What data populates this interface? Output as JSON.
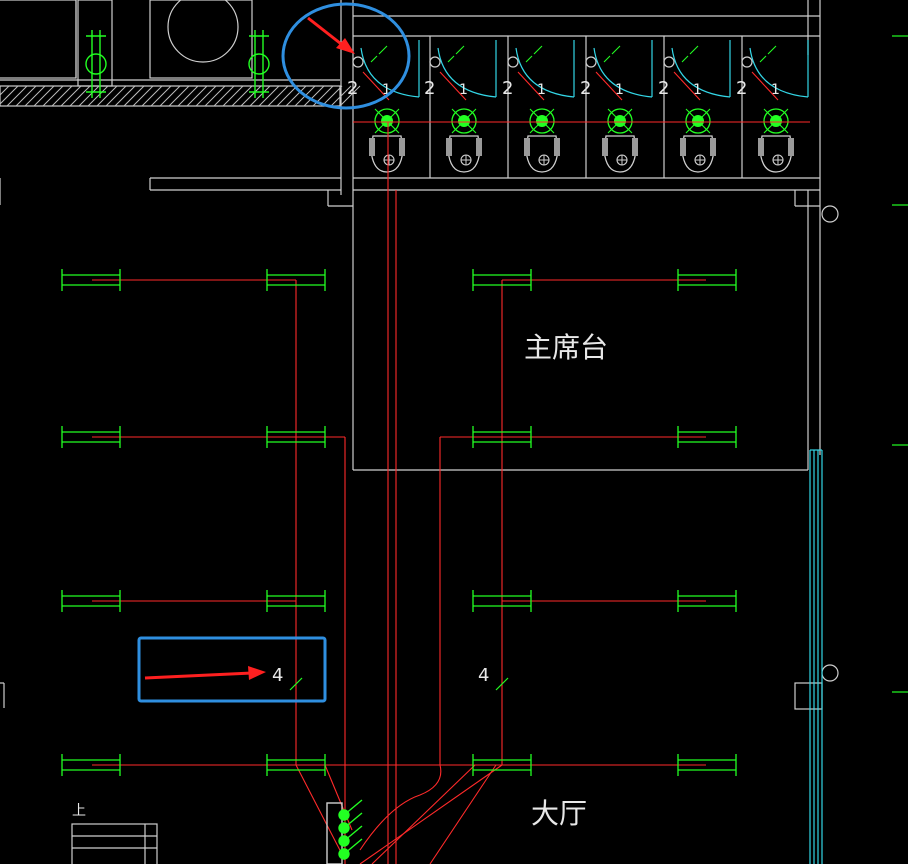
{
  "drawing": {
    "room_labels": {
      "presidium": "主席台",
      "hall": "大厅",
      "stair_up": "上"
    },
    "circuit_numbers": {
      "callout_left": "4",
      "callout_right": "4"
    },
    "stall_labels": [
      "2",
      "2",
      "2",
      "2",
      "2",
      "2"
    ],
    "stall_tags": [
      "1",
      "1",
      "1",
      "1",
      "1",
      "1"
    ],
    "colors": {
      "background": "#000000",
      "wall": "#cfcfcf",
      "wire": "#ff2a2a",
      "fixture": "#22ff22",
      "glass": "#33d6e6",
      "annotation": "#2f8fe0",
      "arrow": "#ff2020"
    }
  }
}
